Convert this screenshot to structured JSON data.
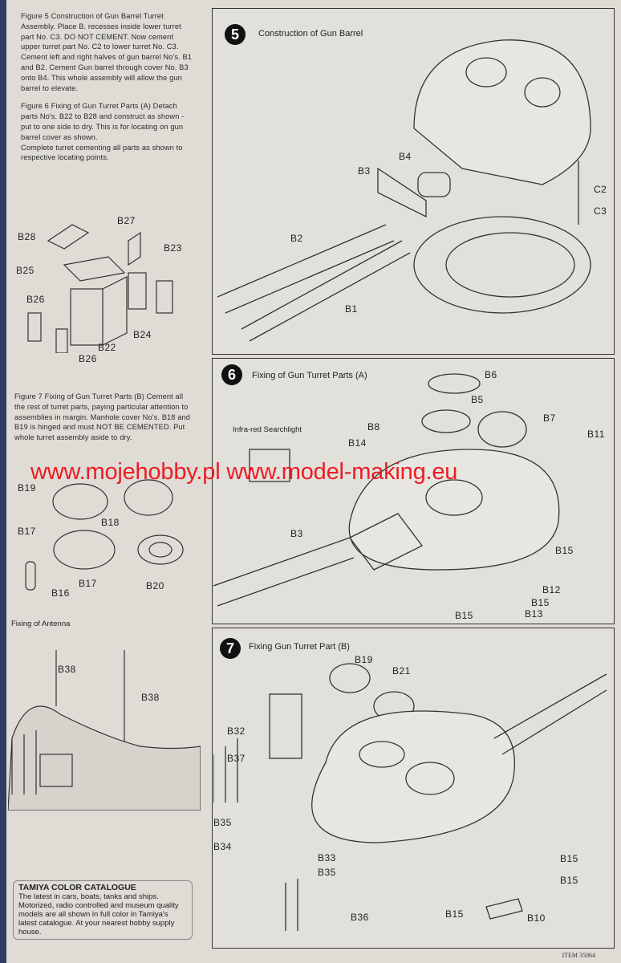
{
  "instructions": {
    "fig5": "Figure 5 Construction of Gun Barrel Turret Assembly. Place B.      recesses inside lower turret part No. C3. DO NOT CEMENT. Now cement upper turret part No. C2 to lower turret No. C3.   Cement left and right halves of gun barrel No's. B1 and B2. Cement Gun barrel through cover No. B3 onto B4.  This whole assembly will allow the gun barrel to elevate.",
    "fig6": "Figure 6 Fixing of Gun Turret Parts (A) Detach parts No's. B22 to B28 and construct as shown - put to one side to dry. This is for locating on gun barrel cover as shown.",
    "fig6b": "Complete turret cementing all parts as shown to respective locating points.",
    "fig7": "Figure 7 Fixing of Gun Turret Parts (B) Cement all the rest of turret parts, paying particular attention to assemblies in margin. Manhole cover No's. B18 and B19 is hinged and must NOT BE CEMENTED. Put whole turret assembly aside to dry."
  },
  "left_labels": {
    "b27": "B27",
    "b28": "B28",
    "b23": "B23",
    "b25": "B25",
    "b26a": "B26",
    "b22": "B22",
    "b24": "B24",
    "b26b": "B26",
    "b19": "B19",
    "b18": "B18",
    "b17a": "B17",
    "b17b": "B17",
    "b16": "B16",
    "b20": "B20",
    "antenna": "Fixing of Antenna",
    "b38a": "B38",
    "b38b": "B38"
  },
  "catalogue": {
    "title": "TAMIYA COLOR CATALOGUE",
    "body": "The latest in cars, boats, tanks and ships. Motorized, radio controlled and museum quality models are all shown in full color in Tamiya's latest catalogue. At your nearest hobby supply house."
  },
  "step5": {
    "num": "5",
    "title": "Construction of Gun Barrel",
    "labels": {
      "b4": "B4",
      "b3": "B3",
      "c2": "C2",
      "c3": "C3",
      "b2": "B2",
      "b1": "B1"
    }
  },
  "step6": {
    "num": "6",
    "title": "Fixing of Gun Turret Parts (A)",
    "searchlight": "Infra-red Searchlight",
    "labels": {
      "b6": "B6",
      "b5": "B5",
      "b8": "B8",
      "b7": "B7",
      "b11": "B11",
      "b14": "B14",
      "b3": "B3",
      "b15a": "B15",
      "b12": "B12",
      "b15b": "B15",
      "b13": "B13",
      "b15c": "B15"
    }
  },
  "step7": {
    "num": "7",
    "title": "Fixing Gun Turret Part (B)",
    "labels": {
      "b19": "B19",
      "b21": "B21",
      "b32": "B32",
      "b37": "B37",
      "b35a": "B35",
      "b34": "B34",
      "b33": "B33",
      "b35b": "B35",
      "b36": "B36",
      "b15a": "B15",
      "b15b": "B15",
      "b15c": "B15",
      "b10": "B10"
    }
  },
  "watermark": "www.mojehobby.pl www.model-making.eu",
  "item": "ITEM 35064"
}
